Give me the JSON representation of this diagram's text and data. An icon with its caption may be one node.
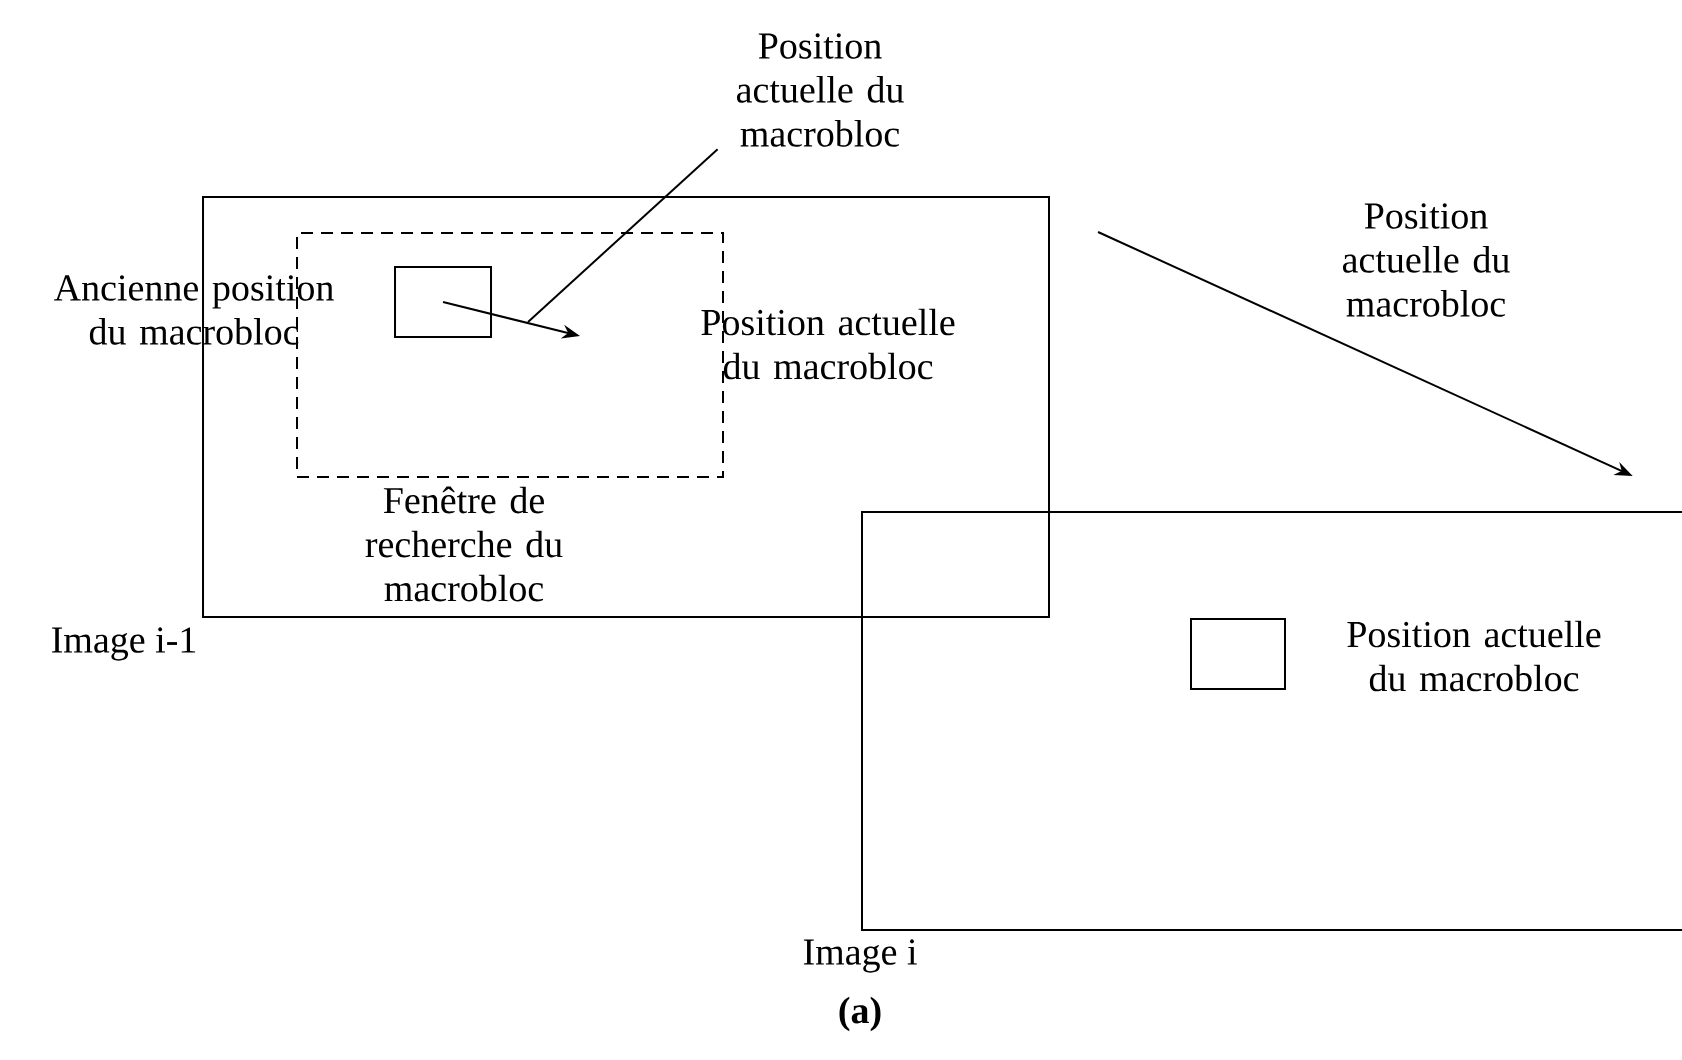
{
  "diagram": {
    "caption": "(a)",
    "nodes": [
      {
        "text": [
          "Image i-1"
        ]
      },
      {
        "text": [
          "Fenêtre de recherche du macrobloc"
        ],
        "in": 0
      },
      {
        "text": [],
        "shape": "box",
        "in": 1,
        "beside": [
          "Ancienne position du macrobloc"
        ]
      },
      {
        "text": [
          "Position actuelle du macrobloc"
        ]
      },
      {
        "text": [
          "Image i"
        ]
      },
      {
        "text": [],
        "shape": "box",
        "in": 4,
        "beside": [
          "Position actuelle du macrobloc"
        ]
      }
    ],
    "edges": [
      {
        "from": 2,
        "to": null,
        "arrow": "to"
      },
      {
        "from": 3,
        "to": null,
        "arrow": "none"
      },
      {
        "from": 0,
        "to": 4,
        "arrow": "to",
        "label": "Position actuelle du macrobloc"
      }
    ],
    "labels": [
      "Position actuelle du macrobloc"
    ]
  }
}
